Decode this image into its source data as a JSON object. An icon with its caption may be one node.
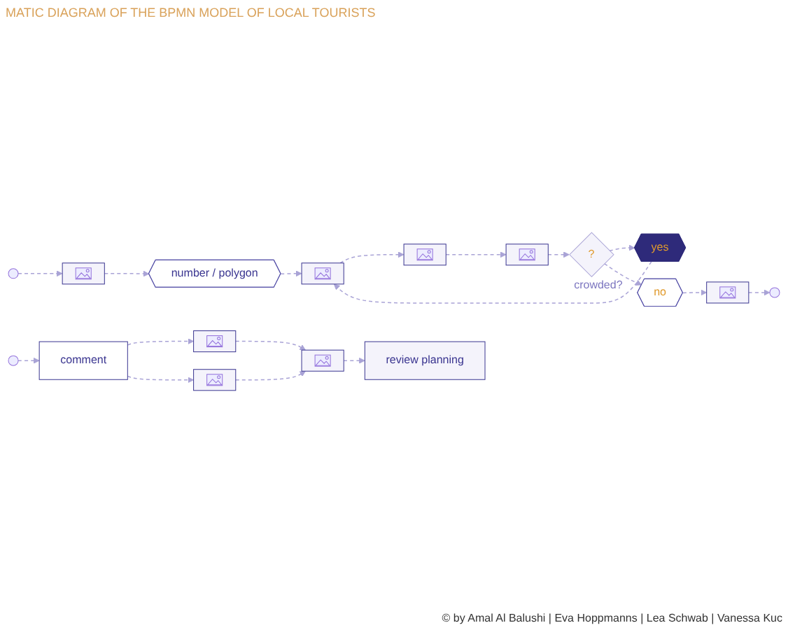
{
  "diagram": {
    "title": "MATIC DIAGRAM OF THE BPMN MODEL OF LOCAL TOURISTS",
    "caption": "© by Amal Al Balushi | Eva Hoppmanns | Lea Schwab | Vanessa Kuc",
    "nodes": [
      {
        "text": [],
        "shape": "picture"
      },
      {
        "text": [],
        "shape": "picture"
      },
      {
        "text": [],
        "shape": "picture"
      },
      {
        "text": [],
        "shape": "picture"
      },
      {
        "text": [
          "comment"
        ]
      },
      {
        "text": [],
        "shape": "picture"
      },
      {
        "text": [],
        "shape": "picture"
      },
      {
        "text": [],
        "shape": "picture"
      },
      {
        "text": [
          "review planning"
        ]
      },
      {
        "text": [
          "?"
        ],
        "beside": [
          "crowded?"
        ]
      },
      {
        "text": [
          "yes"
        ]
      },
      {
        "text": [
          "no"
        ]
      },
      {
        "text": [],
        "shape": "picture"
      },
      {
        "text": [
          "number / polygon"
        ]
      }
    ],
    "edges": [
      {
        "from": 0,
        "to": 1,
        "arrow": "to",
        "style": "dashed"
      },
      {
        "from": 1,
        "to": 2,
        "arrow": "to",
        "style": "dashed"
      },
      {
        "from": 2,
        "to": 9,
        "arrow": "to",
        "style": "dashed"
      },
      {
        "from": 9,
        "to": 10,
        "arrow": "to",
        "style": "dashed"
      },
      {
        "from": 9,
        "to": 11,
        "arrow": "to",
        "style": "dashed"
      },
      {
        "from": 11,
        "to": 3,
        "arrow": "to",
        "style": "dashed"
      },
      {
        "from": 10,
        "to": 0,
        "arrow": "to",
        "style": "dashed"
      },
      {
        "from": 3,
        "to": null,
        "arrow": "to",
        "style": "dashed"
      },
      {
        "from": null,
        "to": 4,
        "arrow": "to",
        "style": "dashed"
      },
      {
        "from": null,
        "to": 12,
        "arrow": "to",
        "style": "dashed"
      },
      {
        "from": 12,
        "to": 13,
        "arrow": "to",
        "style": "dashed"
      },
      {
        "from": 13,
        "to": 0,
        "arrow": "to",
        "style": "dashed"
      },
      {
        "from": 4,
        "to": 5,
        "arrow": "to",
        "style": "dashed"
      },
      {
        "from": 4,
        "to": 6,
        "arrow": "to",
        "style": "dashed"
      },
      {
        "from": 6,
        "to": 7,
        "arrow": "to",
        "style": "dashed"
      },
      {
        "from": 5,
        "to": 7,
        "arrow": "to",
        "style": "dashed"
      },
      {
        "from": 7,
        "to": 8,
        "arrow": "to",
        "style": "dashed"
      }
    ]
  }
}
